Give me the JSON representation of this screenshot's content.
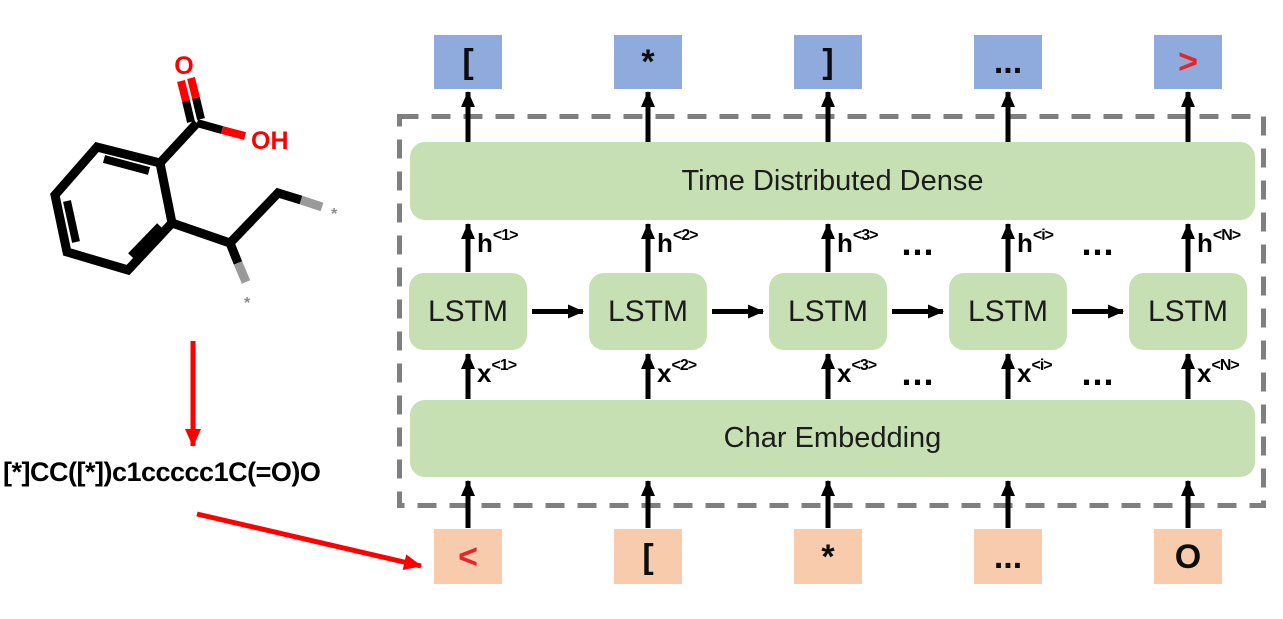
{
  "molecule": {
    "smiles": "[*]CC([*])c1ccccc1C(=O)O",
    "atoms": {
      "carbonyl_o": "O",
      "hydroxyl": "OH",
      "star_right": "*",
      "star_bottom": "*"
    }
  },
  "network": {
    "dense_label": "Time Distributed Dense",
    "embedding_label": "Char Embedding",
    "lstm_label": "LSTM",
    "ellipsis": "...",
    "h_base": "h",
    "x_base": "x",
    "columns": [
      {
        "top_token": "[",
        "top_color": "#0d0d0d",
        "bottom_token": "<",
        "bottom_color": "#E8232A",
        "h_sup": "<1>",
        "x_sup": "<1>"
      },
      {
        "top_token": "*",
        "top_color": "#0d0d0d",
        "bottom_token": "[",
        "bottom_color": "#0d0d0d",
        "h_sup": "<2>",
        "x_sup": "<2>"
      },
      {
        "top_token": "]",
        "top_color": "#0d0d0d",
        "bottom_token": "*",
        "bottom_color": "#0d0d0d",
        "h_sup": "<3>",
        "x_sup": "<3>"
      },
      {
        "top_token": "...",
        "top_color": "#0d0d0d",
        "bottom_token": "...",
        "bottom_color": "#0d0d0d",
        "h_sup": "<i>",
        "x_sup": "<i>"
      },
      {
        "top_token": ">",
        "top_color": "#E8232A",
        "bottom_token": "O",
        "bottom_color": "#0d0d0d",
        "h_sup": "<N>",
        "x_sup": "<N>"
      }
    ],
    "colors": {
      "output_box": "#8FAADC",
      "layer_box": "#C6E0B4",
      "input_box": "#F7CBAC",
      "dashed_border": "#7F7F7F",
      "arrow": "#000000",
      "red_accent": "#FF0000"
    }
  }
}
